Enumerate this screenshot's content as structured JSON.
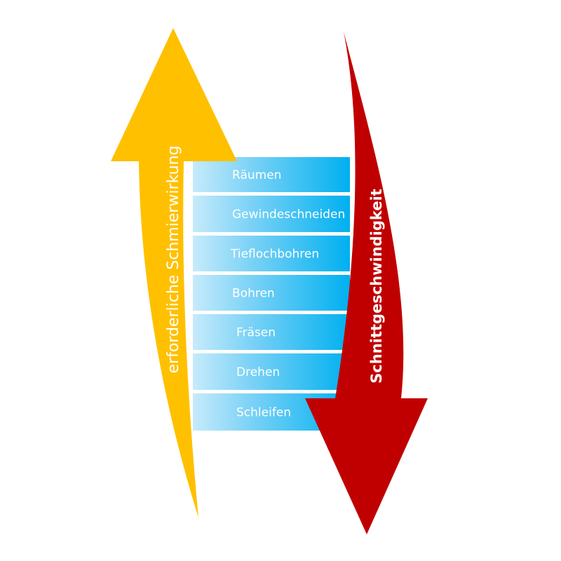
{
  "processes": [
    "Räumen",
    "Gewindeschneiden",
    "Tieflochbohren",
    "Bohren",
    "Fräsen",
    "Drehen",
    "Schleifen"
  ],
  "left_arrow": {
    "label": "erforderliche Schmierwirkung",
    "color": "#FFC000",
    "direction": "up"
  },
  "right_arrow": {
    "label": "Schnittgeschwindigkeit",
    "color": "#C00000",
    "direction": "down"
  },
  "colors": {
    "block_light": "#C6EBFB",
    "block_dark": "#00B0F0",
    "separator": "#ffffff"
  }
}
